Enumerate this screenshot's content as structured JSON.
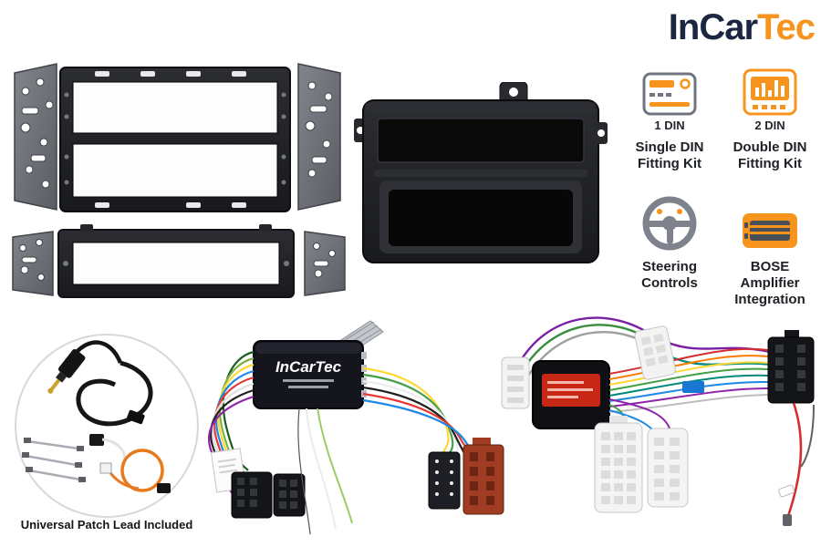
{
  "logo": {
    "part_navy": "InCar",
    "part_orange": "Tec"
  },
  "sidebar": {
    "features": [
      {
        "badge": "1 DIN",
        "caption": "Single DIN\nFitting Kit"
      },
      {
        "badge": "2 DIN",
        "caption": "Double DIN\nFitting Kit"
      },
      {
        "caption": "Steering\nControls"
      },
      {
        "caption": "BOSE\nAmplifier\nIntegration"
      }
    ]
  },
  "interface_box": {
    "brand": "InCarTec"
  },
  "patch_lead": {
    "caption": "Universal Patch Lead Included"
  },
  "colors": {
    "accent_orange": "#F7941E",
    "brand_navy": "#1B2740"
  }
}
